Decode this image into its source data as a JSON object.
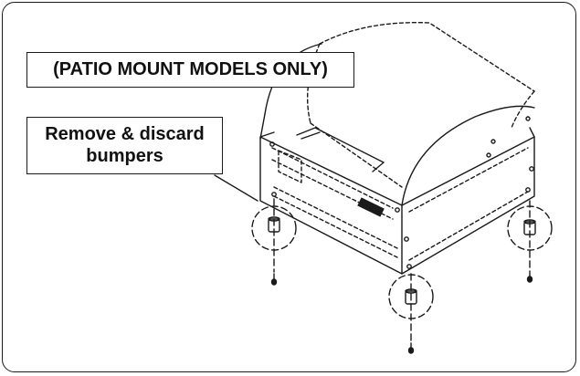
{
  "diagram": {
    "title": "(PATIO MOUNT MODELS ONLY)",
    "instruction_line1": "Remove & discard",
    "instruction_line2": "bumpers",
    "stroke_color": "#1a1a1a",
    "background": "#ffffff"
  }
}
